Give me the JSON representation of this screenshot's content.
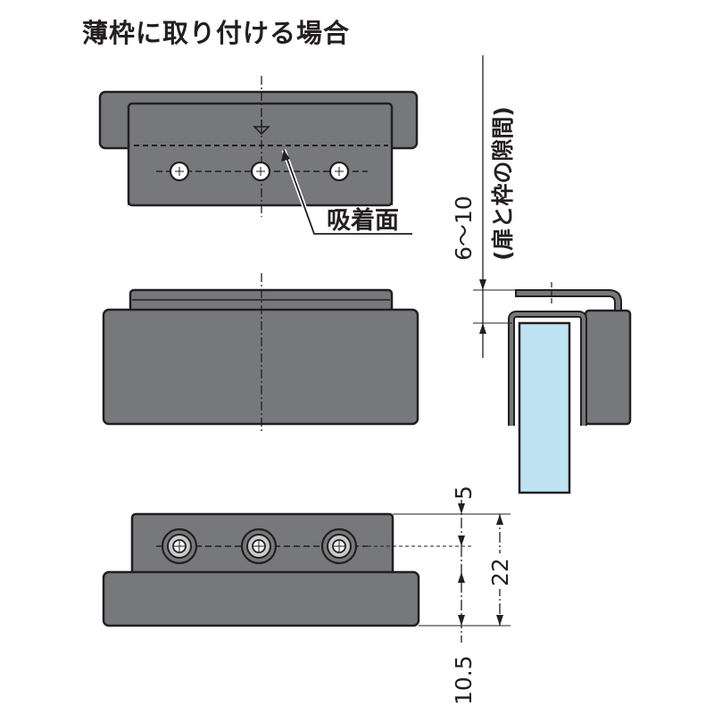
{
  "title": "薄枠に取り付ける場合",
  "labels": {
    "suction_face": "吸着面",
    "gap_range": "6～10",
    "gap_note": "(扉と枠の隙間)"
  },
  "dimensions": {
    "top_offset": "5",
    "total_height": "22",
    "base_height": "10.5"
  },
  "colors": {
    "body": "#77787b",
    "outline": "#231f20",
    "glass": "#bfe3f2",
    "background": "#ffffff"
  }
}
